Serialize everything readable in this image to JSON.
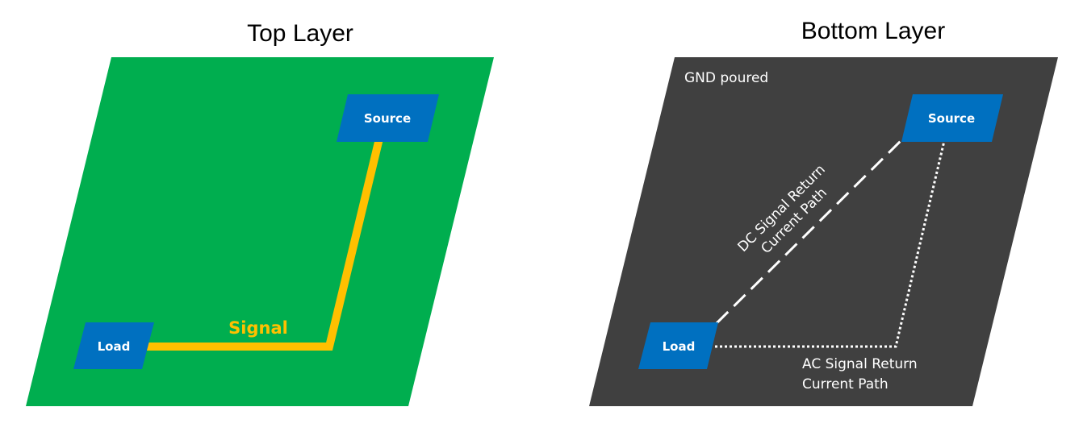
{
  "colors": {
    "top_board": "#00AE4F",
    "bottom_board": "#404040",
    "box": "#0070C0",
    "signal": "#FFC000",
    "text_white": "#FFFFFF"
  },
  "top_layer": {
    "title": "Top Layer",
    "source_label": "Source",
    "load_label": "Load",
    "signal_label": "Signal"
  },
  "bottom_layer": {
    "title": "Bottom Layer",
    "gnd_label": "GND poured",
    "source_label": "Source",
    "load_label": "Load",
    "dc_path_line1": "DC Signal Return",
    "dc_path_line2": "Current Path",
    "ac_path_line1": "AC Signal Return",
    "ac_path_line2": "Current Path"
  }
}
